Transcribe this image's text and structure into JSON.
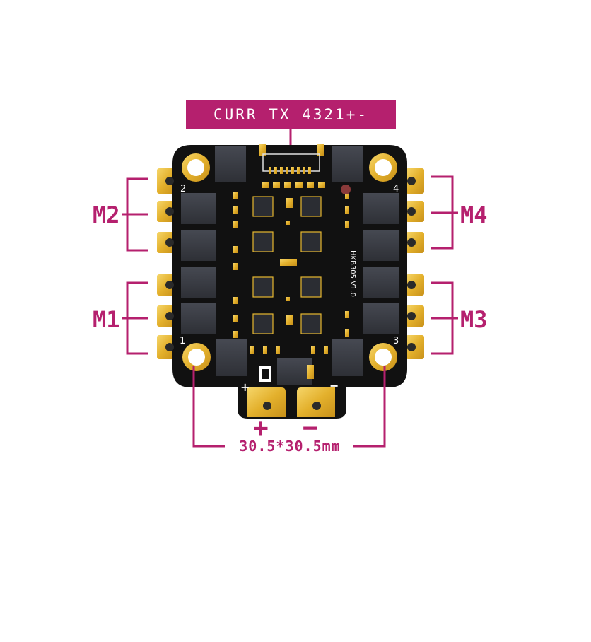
{
  "connector_label": "CURR TX 4321+-",
  "motors": {
    "m1": "M1",
    "m2": "M2",
    "m3": "M3",
    "m4": "M4"
  },
  "corner_numbers": {
    "tl": "2",
    "tr": "4",
    "bl": "1",
    "br": "3"
  },
  "board_marking": "HKB305 V1.0",
  "power_pad_marks": {
    "plus_small": "+",
    "minus_small": "−"
  },
  "power_labels": {
    "plus": "+",
    "minus": "−"
  },
  "dimension_label": "30.5*30.5mm",
  "colors": {
    "accent": "#b5206e",
    "pcb": "#111111",
    "gold": "#e8b830",
    "chip": "#3a3d44"
  }
}
